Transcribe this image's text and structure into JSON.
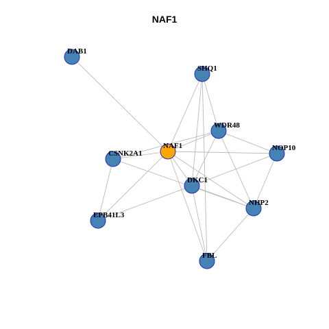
{
  "title": "NAF1",
  "colors": {
    "node_fill": "#4682b4",
    "center_fill": "#ffa500",
    "node_border": "#1c2fb8",
    "edge": "#b3b3b3"
  },
  "nodes": [
    {
      "id": "NAF1",
      "label": "NAF1",
      "center": true
    },
    {
      "id": "DAB1",
      "label": "DAB1"
    },
    {
      "id": "SHQ1",
      "label": "SHQ1"
    },
    {
      "id": "WDR48",
      "label": "WDR48"
    },
    {
      "id": "NOP10",
      "label": "NOP10"
    },
    {
      "id": "CSNK2A1",
      "label": "CSNK2A1"
    },
    {
      "id": "DKC1",
      "label": "DKC1"
    },
    {
      "id": "NHP2",
      "label": "NHP2"
    },
    {
      "id": "EPB41L3",
      "label": "EPB41L3"
    },
    {
      "id": "FBL",
      "label": "FBL"
    }
  ],
  "edges": [
    [
      "NAF1",
      "DAB1"
    ],
    [
      "NAF1",
      "SHQ1"
    ],
    [
      "NAF1",
      "WDR48"
    ],
    [
      "NAF1",
      "NOP10"
    ],
    [
      "NAF1",
      "CSNK2A1"
    ],
    [
      "NAF1",
      "DKC1"
    ],
    [
      "NAF1",
      "NHP2"
    ],
    [
      "NAF1",
      "EPB41L3"
    ],
    [
      "NAF1",
      "FBL"
    ],
    [
      "SHQ1",
      "WDR48"
    ],
    [
      "SHQ1",
      "DKC1"
    ],
    [
      "SHQ1",
      "FBL"
    ],
    [
      "WDR48",
      "NOP10"
    ],
    [
      "WDR48",
      "DKC1"
    ],
    [
      "WDR48",
      "NHP2"
    ],
    [
      "WDR48",
      "CSNK2A1"
    ],
    [
      "NOP10",
      "DKC1"
    ],
    [
      "NOP10",
      "NHP2"
    ],
    [
      "CSNK2A1",
      "NHP2"
    ],
    [
      "CSNK2A1",
      "EPB41L3"
    ],
    [
      "DKC1",
      "NHP2"
    ],
    [
      "DKC1",
      "EPB41L3"
    ],
    [
      "DKC1",
      "FBL"
    ],
    [
      "NHP2",
      "FBL"
    ]
  ]
}
